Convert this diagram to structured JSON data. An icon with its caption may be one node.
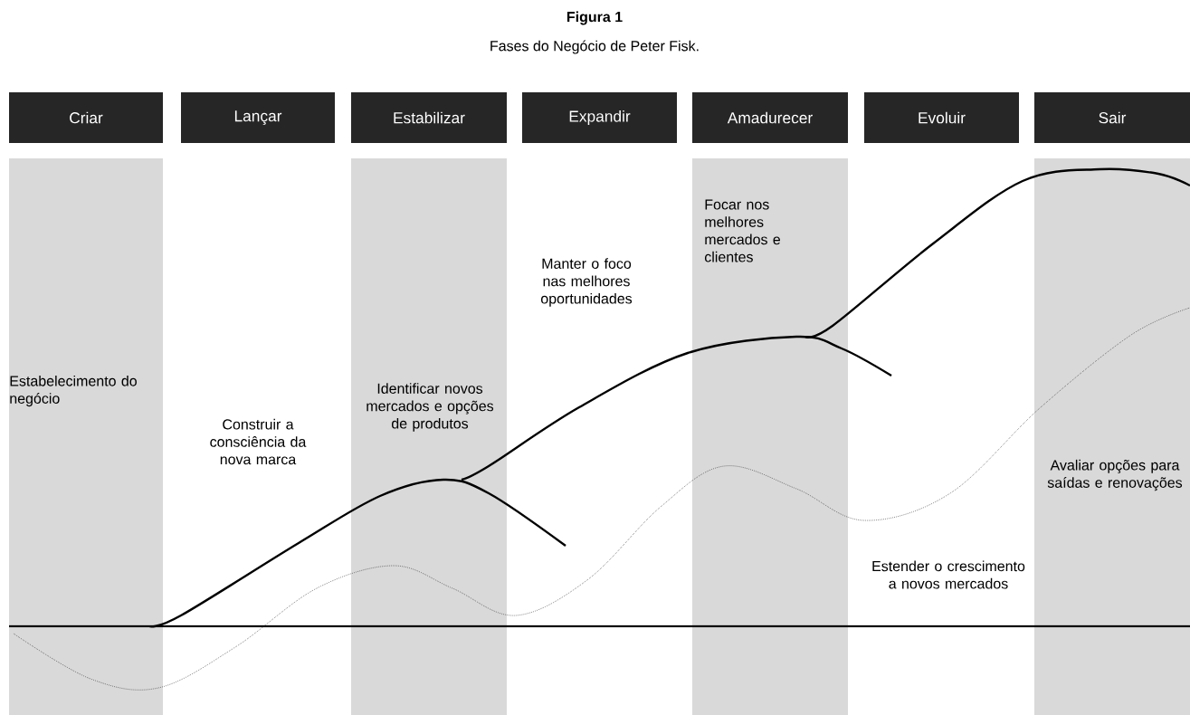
{
  "diagram": {
    "title": "Figura 1",
    "caption": "Fases do Negócio de Peter Fisk.",
    "nodes": [
      {
        "text": [
          "Criar"
        ]
      },
      {
        "text": [
          "Lançar"
        ]
      },
      {
        "text": [
          "Estabilizar"
        ]
      },
      {
        "text": [
          "Expandir"
        ]
      },
      {
        "text": [
          "Amadurecer"
        ]
      },
      {
        "text": [
          "Evoluir"
        ]
      },
      {
        "text": [
          "Sair"
        ]
      }
    ],
    "labels": [
      "Estabelecimento do negócio",
      "Construir a consciência da nova marca",
      "Identificar novos mercados e opções de produtos",
      "Manter o foco nas melhores oportunidades",
      "Focar nos melhores mercados e clientes",
      "Estender o crescimento a novos mercados",
      "Avaliar opções para saídas e renovações"
    ]
  }
}
